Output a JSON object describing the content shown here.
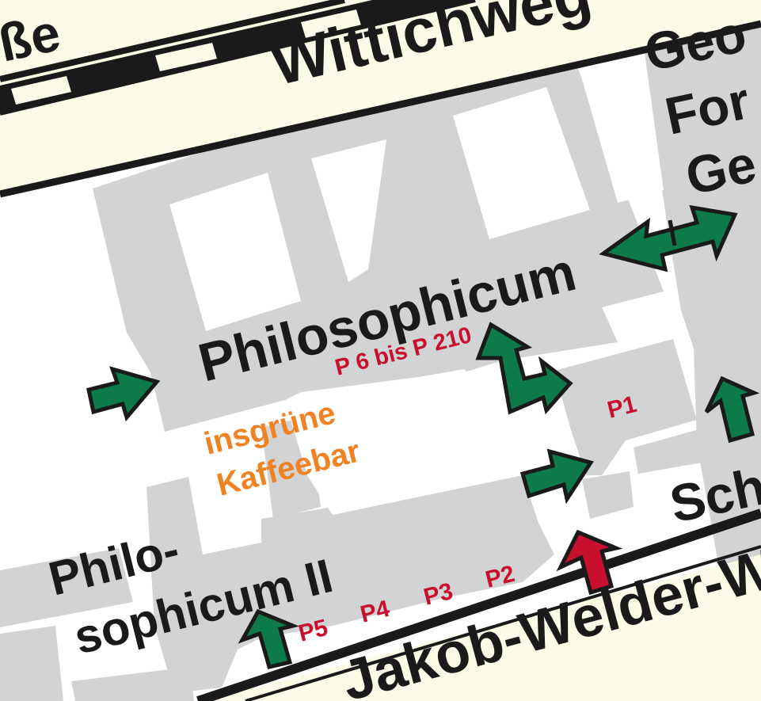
{
  "streets": {
    "top_left_fragment": "ße",
    "wittichweg": "Wittichweg",
    "georg_forster_1": "Geo",
    "georg_forster_2": "For",
    "georg_forster_3": "Ge",
    "jakob_welder": "Jakob-Welder-W",
    "sch_fragment": "Sch"
  },
  "buildings": {
    "philosophicum": "Philosophicum",
    "philosophicum_ii_line1": "Philo-",
    "philosophicum_ii_line2": "sophicum II"
  },
  "rooms": {
    "range": "P 6 bis P 210",
    "p1": "P1",
    "p2": "P2",
    "p3": "P3",
    "p4": "P4",
    "p5": "P5"
  },
  "cafe": {
    "line1": "insgrüne",
    "line2": "Kaffeebar"
  },
  "colors": {
    "building_gray": "#d2d3d5",
    "street_fill": "#fcfbe8",
    "outline": "#1a1a1a",
    "arrow_green": "#0c7a4a",
    "arrow_red": "#c8102e",
    "room_label": "#c8102e",
    "cafe_label": "#f08223"
  },
  "icons": {
    "entrance_arrow": "green-arrow-icon",
    "main_entrance_arrow": "red-arrow-icon",
    "double_arrow": "double-arrow-icon"
  }
}
